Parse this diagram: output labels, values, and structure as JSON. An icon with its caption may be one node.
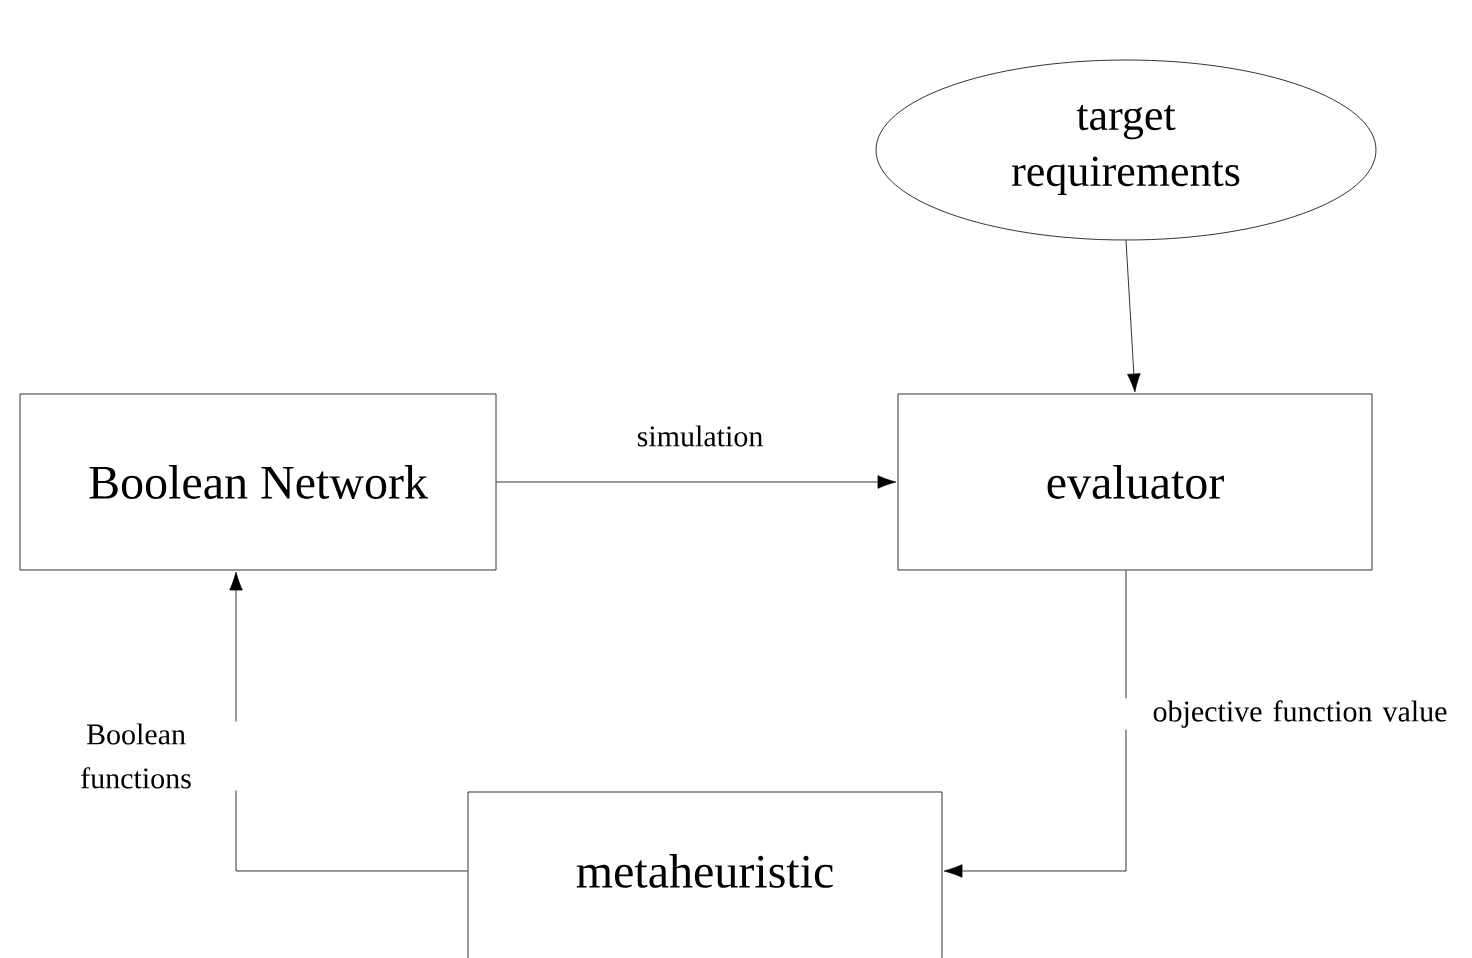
{
  "diagram": {
    "nodes": [
      {
        "text": [
          "target requirements"
        ]
      },
      {
        "text": [
          "Boolean Network"
        ]
      },
      {
        "text": [
          "evaluator"
        ]
      },
      {
        "text": [
          "metaheuristic"
        ]
      }
    ],
    "edges": [
      {
        "from": 0,
        "to": 2,
        "arrow": "to"
      },
      {
        "from": 1,
        "to": 2,
        "arrow": "to",
        "label": "simulation"
      },
      {
        "from": 2,
        "to": 3,
        "arrow": "to",
        "label": "objective function value"
      },
      {
        "from": 3,
        "to": 1,
        "arrow": "to",
        "label": "Boolean functions"
      }
    ]
  }
}
